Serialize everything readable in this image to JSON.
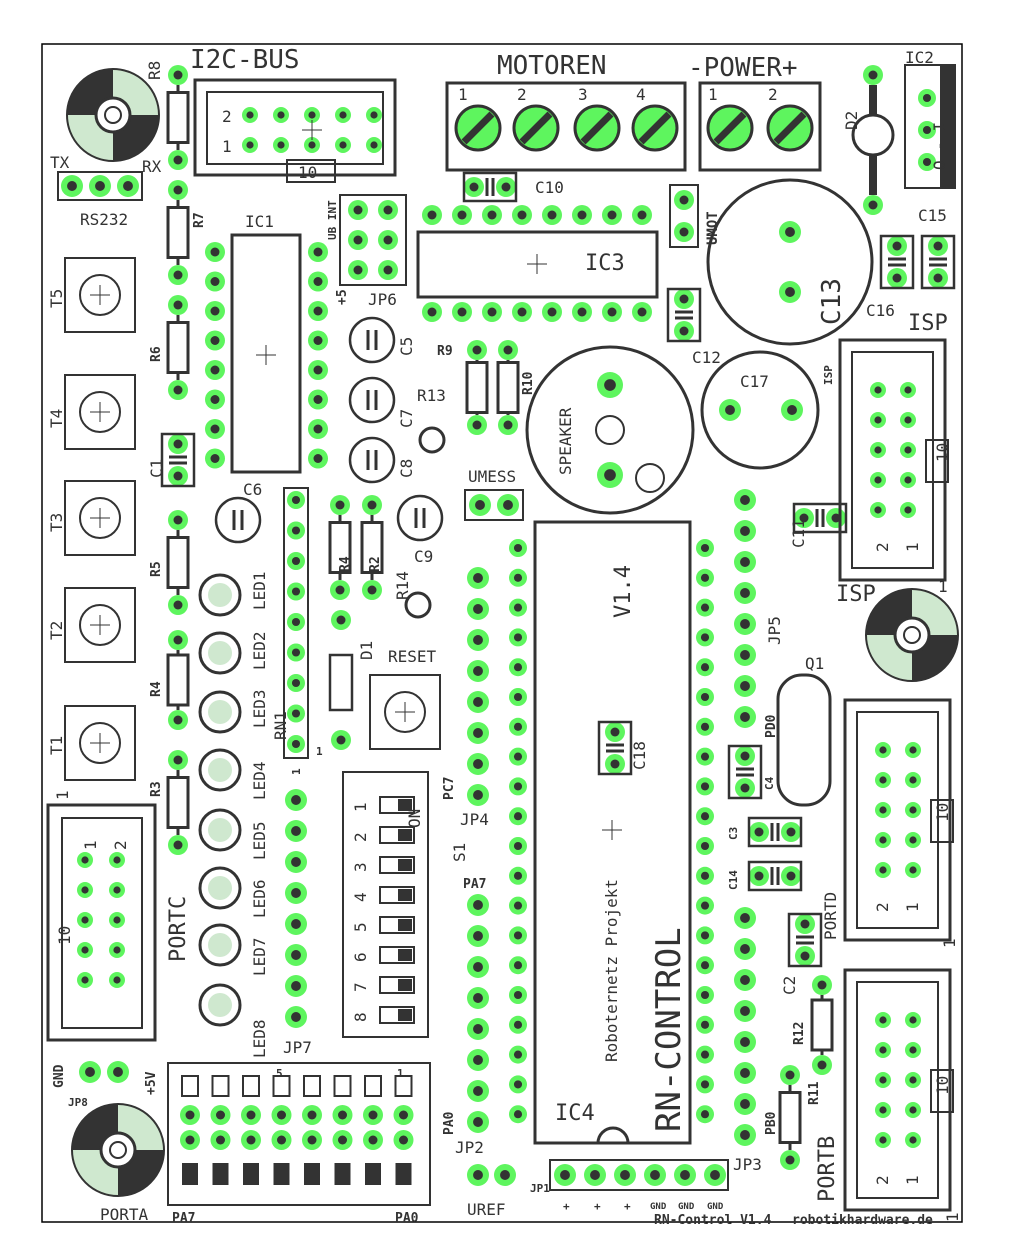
{
  "board": {
    "name": "RN-Control V1.4",
    "website": "robotikhardware.de",
    "colors": {
      "pad": "#5ef55e",
      "silkscreen": "#333333",
      "outline": "#000000",
      "background": "#ffffff"
    }
  },
  "labels": {
    "i2c": "I2C-BUS",
    "i2c_pin2": "2",
    "i2c_pin1": "1",
    "i2c_10": "10",
    "r8": "R8",
    "tx": "TX",
    "rx": "RX",
    "rs232": "RS232",
    "motoren": "MOTOREN",
    "m1": "1",
    "m2": "2",
    "m3": "3",
    "m4": "4",
    "power": "-POWER+",
    "p1": "1",
    "p2": "2",
    "d2": "D2",
    "ic2": "IC2",
    "ic2_mark": "O - I",
    "c10": "C10",
    "umot": "UMOT",
    "c13": "C13",
    "c15": "C15",
    "c16": "C16",
    "isp_top": "ISP",
    "isp_small": "ISP",
    "c12": "C12",
    "c17": "C17",
    "ic1": "IC1",
    "r7": "R7",
    "ub_int": "UB INT",
    "plus5": "+5",
    "jp6": "JP6",
    "ic3": "IC3",
    "r9": "R9",
    "r10": "R10",
    "r13": "R13",
    "c5": "C5",
    "c7": "C7",
    "c8": "C8",
    "speaker": "SPEAKER",
    "umess": "UMESS",
    "c6": "C6",
    "c1": "C1",
    "c9": "C9",
    "t5": "T5",
    "t4": "T4",
    "t3": "T3",
    "t2": "T2",
    "t1": "T1",
    "r6": "R6",
    "r5": "R5",
    "r4": "R4",
    "r3": "R3",
    "led1": "LED1",
    "led2": "LED2",
    "led3": "LED3",
    "led4": "LED4",
    "led5": "LED5",
    "led6": "LED6",
    "led7": "LED7",
    "led8": "LED8",
    "r4b": "R4",
    "r2": "R2",
    "r14": "R14",
    "d1": "D1",
    "reset": "RESET",
    "rn1": "RN1",
    "v14": "V1.4",
    "jp5": "JP5",
    "q1": "Q1",
    "pd0": "PD0",
    "c4": "C4",
    "c18": "C18",
    "isp_mid": "ISP",
    "isp_10": "10",
    "isp_2": "2",
    "isp_1": "1",
    "one": "1",
    "pc7": "PC7",
    "jp4": "JP4",
    "on": "ON",
    "s1": "S1",
    "sw1": "1",
    "sw2": "2",
    "sw3": "3",
    "sw4": "4",
    "sw5": "5",
    "sw6": "6",
    "sw7": "7",
    "sw8": "8",
    "pa7_jp": "PA7",
    "jp7": "JP7",
    "portc": "PORTC",
    "portc_10": "10",
    "portc_1": "1",
    "portc_2": "2",
    "c3": "C3",
    "c14": "C14",
    "portd": "PORTD",
    "portd_10": "10",
    "portd_2": "2",
    "portd_1": "1",
    "roboternetz": "Roboternetz Projekt",
    "rncontrol": "RN-CONTROL",
    "ic4": "IC4",
    "pa0_jp": "PA0",
    "jp2": "JP2",
    "jp3": "JP3",
    "pb0": "PB0",
    "r11": "R11",
    "r12": "R12",
    "c2": "C2",
    "portb": "PORTB",
    "portb_10": "10",
    "portb_2": "2",
    "portb_1": "1",
    "gnd": "GND",
    "jp8": "JP8",
    "plus5v": "+5V",
    "porta": "PORTA",
    "pa7": "PA7",
    "pa0": "PA0",
    "hdr5": "5",
    "hdr1": "1",
    "uref": "UREF",
    "jp1": "JP1",
    "jp1_p1": "+",
    "jp1_p2": "+",
    "jp1_p3": "+",
    "jp1_g1": "GND",
    "jp1_g2": "GND",
    "jp1_g3": "GND",
    "c11": "C11",
    "rn1_1": "1",
    "rn1_1b": "1",
    "corner1": "1",
    "corner_isp1": "1",
    "portd_corner": "1"
  }
}
